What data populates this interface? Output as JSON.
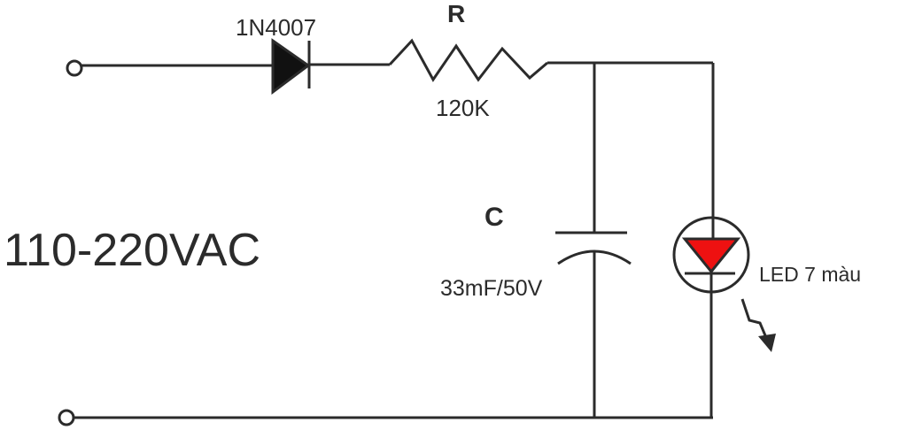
{
  "labels": {
    "supply": "110-220VAC",
    "diode": "1N4007",
    "resistor_name": "R",
    "resistor_value": "120K",
    "capacitor_name": "C",
    "capacitor_value": "33mF/50V",
    "led": "LED 7 màu"
  },
  "colors": {
    "led_fill": "#ee1111",
    "line": "#2b2b2b"
  }
}
